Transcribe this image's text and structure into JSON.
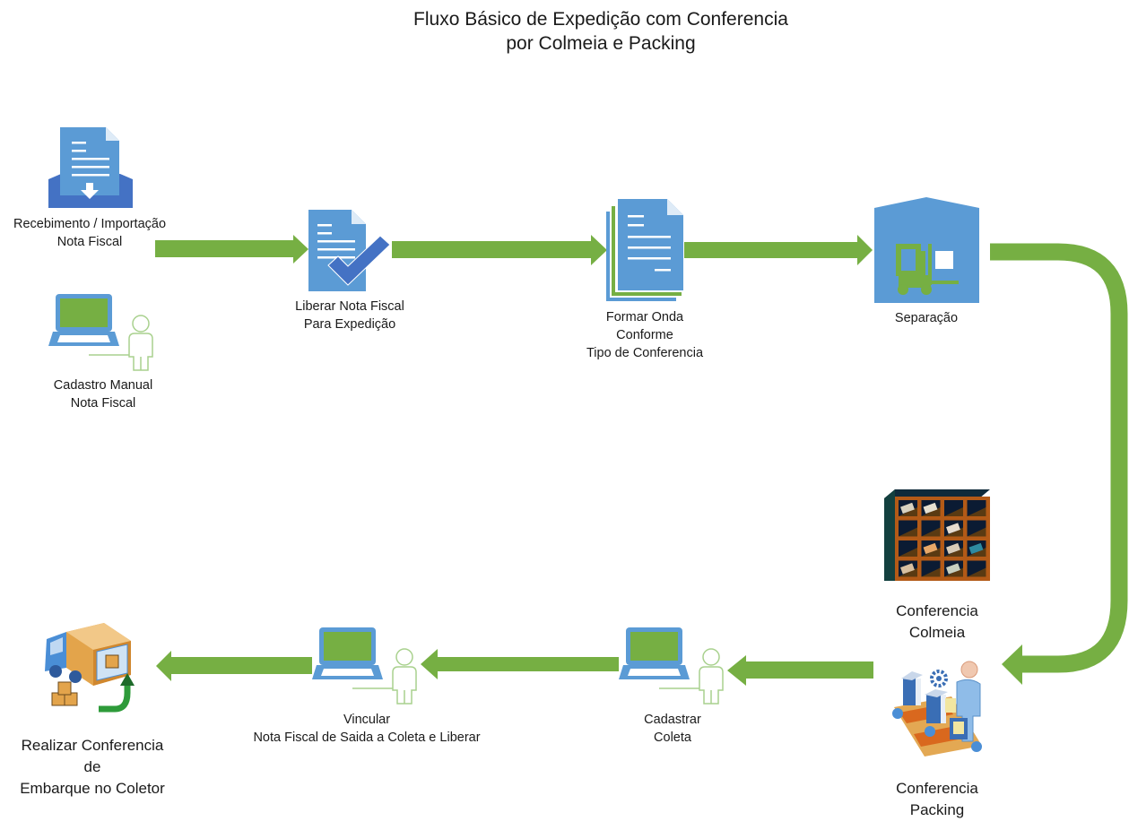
{
  "title": {
    "line1": "Fluxo Básico de Expedição com Conferencia",
    "line2": "por Colmeia e Packing"
  },
  "colors": {
    "arrow_green": "#76AF43",
    "icon_blue": "#5B9BD5",
    "icon_dark_blue": "#4472C4",
    "person_outline": "#A9D18E",
    "text": "#1A1A1A"
  },
  "nodes": {
    "recebimento": {
      "icon": "inbox-document-icon",
      "lines": [
        "Recebimento / Importação",
        "Nota Fiscal"
      ]
    },
    "cadastro_manual": {
      "icon": "laptop-user-icon",
      "lines": [
        "Cadastro Manual",
        "Nota Fiscal"
      ]
    },
    "liberar_nf": {
      "icon": "document-check-icon",
      "lines": [
        "Liberar Nota Fiscal",
        "Para Expedição"
      ]
    },
    "formar_onda": {
      "icon": "stacked-documents-icon",
      "lines": [
        "Formar Onda",
        "Conforme",
        "Tipo de Conferencia"
      ]
    },
    "separacao": {
      "icon": "warehouse-forklift-icon",
      "lines": [
        "Separação"
      ]
    },
    "conferencia_colmeia": {
      "icon": "pigeonhole-shelf-icon",
      "lines": [
        "Conferencia",
        "Colmeia"
      ]
    },
    "conferencia_packing": {
      "icon": "packing-conveyor-icon",
      "lines": [
        "Conferencia",
        "Packing"
      ]
    },
    "cadastrar_coleta": {
      "icon": "laptop-user-icon",
      "lines": [
        "Cadastrar",
        "Coleta"
      ]
    },
    "vincular_nf": {
      "icon": "laptop-user-icon",
      "lines": [
        "Vincular",
        "Nota Fiscal de Saida a Coleta e Liberar"
      ]
    },
    "conferencia_embarque": {
      "icon": "truck-loading-icon",
      "lines": [
        "Realizar Conferencia",
        "de",
        "Embarque no Coletor"
      ]
    }
  },
  "flow": [
    {
      "from": "recebimento",
      "to": "liberar_nf"
    },
    {
      "from": "liberar_nf",
      "to": "formar_onda"
    },
    {
      "from": "formar_onda",
      "to": "separacao"
    },
    {
      "from": "separacao",
      "to": "conferencia_packing"
    },
    {
      "from": "conferencia_packing",
      "to": "cadastrar_coleta"
    },
    {
      "from": "cadastrar_coleta",
      "to": "vincular_nf"
    },
    {
      "from": "vincular_nf",
      "to": "conferencia_embarque"
    }
  ]
}
